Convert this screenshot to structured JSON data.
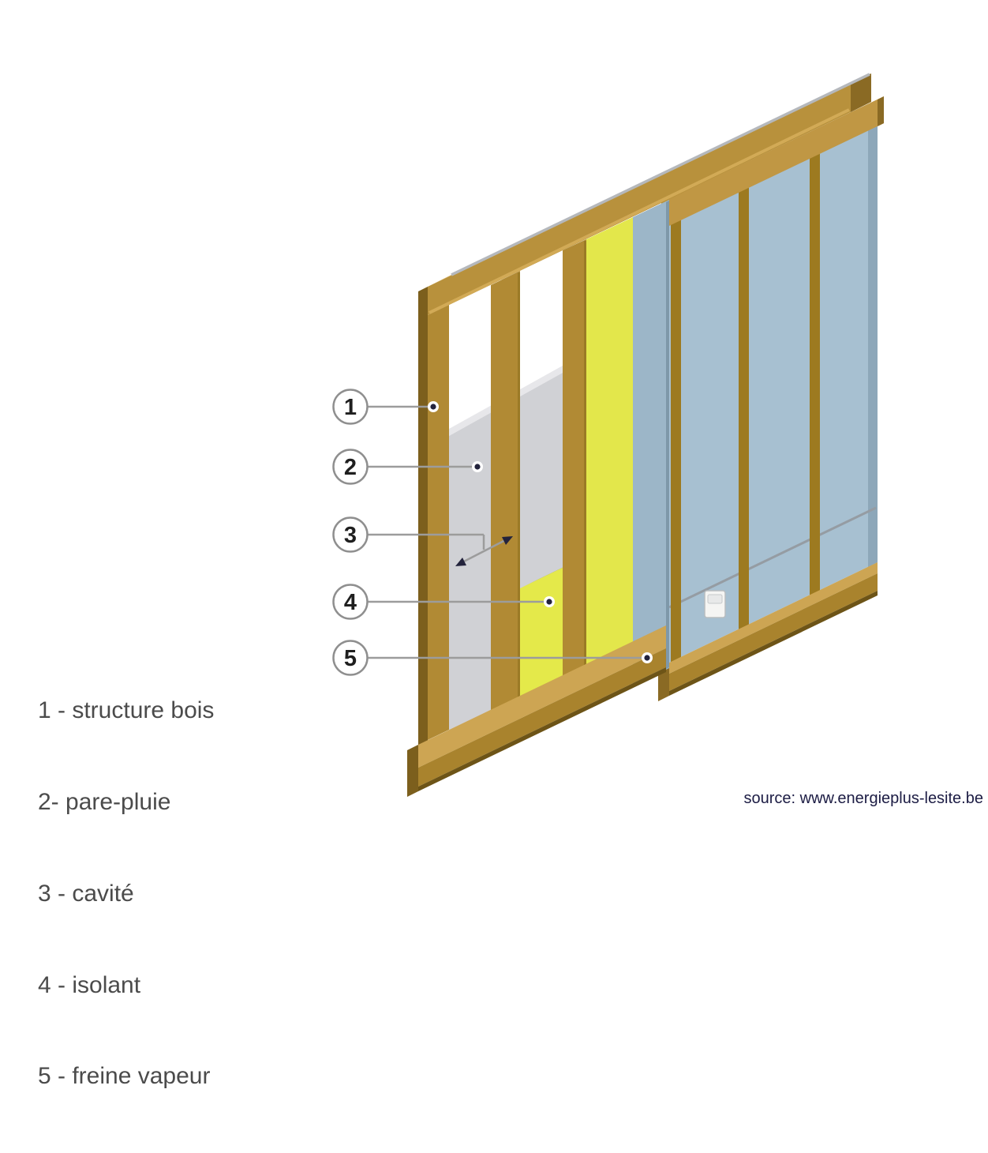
{
  "diagram": {
    "callouts": [
      {
        "number": "1",
        "label": "structure bois"
      },
      {
        "number": "2",
        "label": "pare-pluie"
      },
      {
        "number": "3",
        "label": "cavité"
      },
      {
        "number": "4",
        "label": "isolant"
      },
      {
        "number": "5",
        "label": "freine vapeur"
      }
    ],
    "legend": {
      "items": [
        "1 - structure bois",
        "2- pare-pluie",
        "3 - cavité",
        "4 - isolant",
        "5 - freine vapeur"
      ]
    },
    "source": "source: www.energieplus-lesite.be",
    "colors": {
      "wood_face": "#b8913c",
      "wood_light": "#d5ac58",
      "wood_dark": "#7c5f1d",
      "membrane_gray": "#d0d1d5",
      "insulation_yellow": "#e3e74b",
      "vapour_blue": "#a7c0d1",
      "leader_gray": "#9c9c9c"
    }
  }
}
